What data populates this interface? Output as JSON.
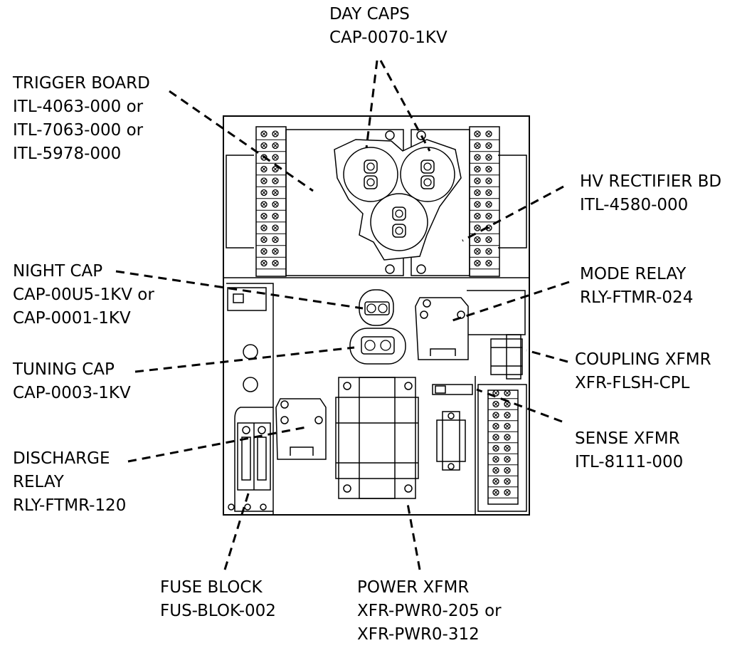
{
  "labels": {
    "day_caps": [
      "DAY CAPS",
      "CAP-0070-1KV"
    ],
    "trigger_board": [
      "TRIGGER BOARD",
      "ITL-4063-000 or",
      "ITL-7063-000 or",
      "ITL-5978-000"
    ],
    "hv_rectifier": [
      "HV RECTIFIER BD",
      "ITL-4580-000"
    ],
    "night_cap": [
      "NIGHT CAP",
      "CAP-00U5-1KV or",
      "CAP-0001-1KV"
    ],
    "mode_relay": [
      "MODE RELAY",
      "RLY-FTMR-024"
    ],
    "tuning_cap": [
      "TUNING CAP",
      "CAP-0003-1KV"
    ],
    "coupling_xfmr": [
      "COUPLING XFMR",
      "XFR-FLSH-CPL"
    ],
    "sense_xfmr": [
      "SENSE XFMR",
      "ITL-8111-000"
    ],
    "discharge_relay": [
      "DISCHARGE",
      "RELAY",
      "RLY-FTMR-120"
    ],
    "fuse_block": [
      "FUSE BLOCK",
      "FUS-BLOK-002"
    ],
    "power_xfmr": [
      "POWER XFMR",
      "XFR-PWR0-205 or",
      "XFR-PWR0-312"
    ]
  }
}
